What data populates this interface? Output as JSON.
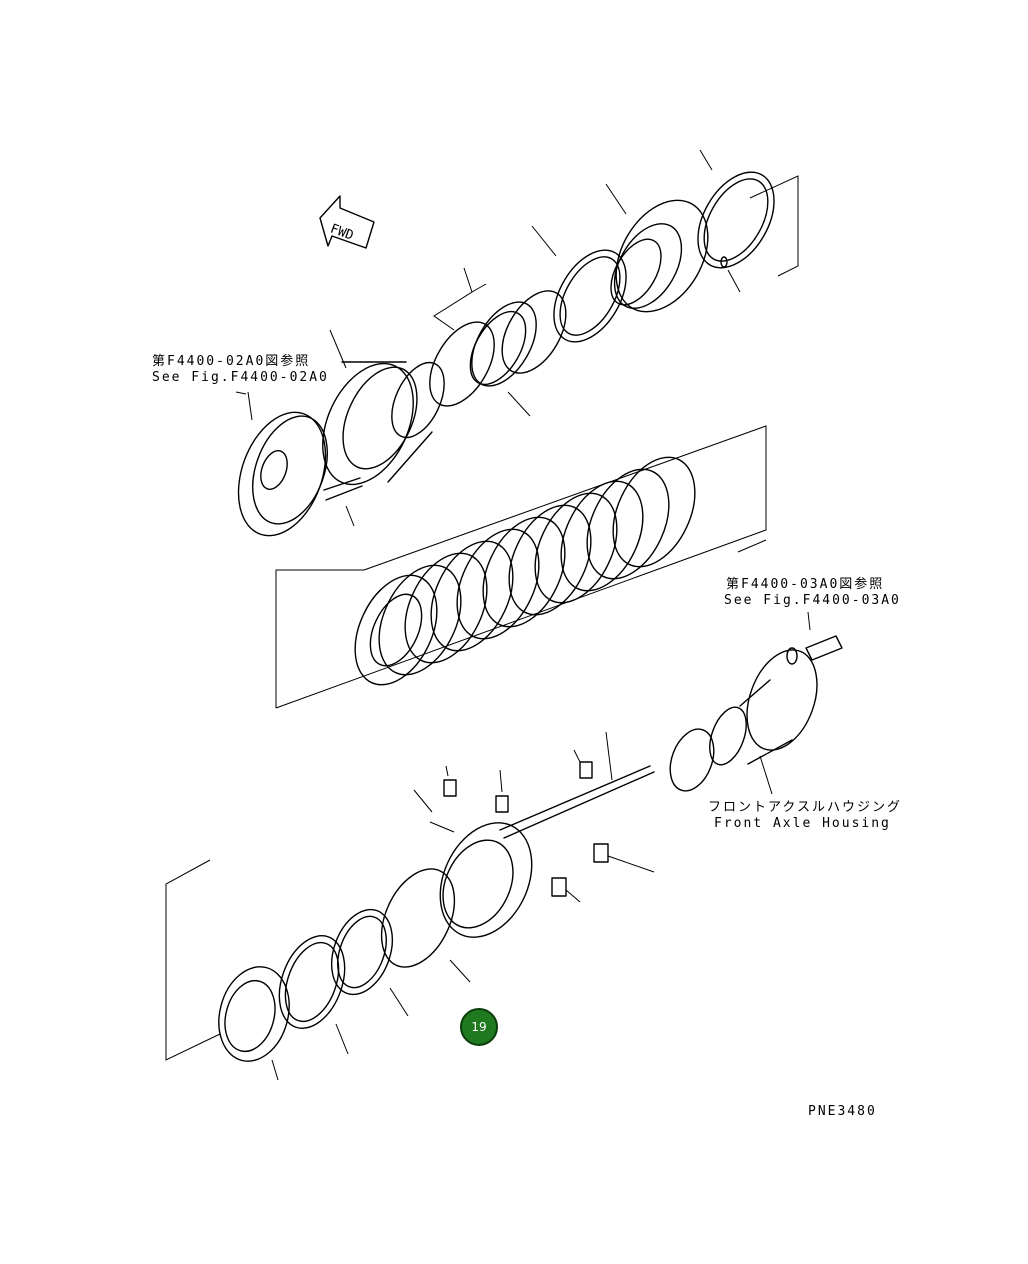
{
  "fwd_marker": "FWD",
  "refs": {
    "ref1_jp": "第F4400-02A0図参照",
    "ref1_en": "See Fig.F4400-02A0",
    "ref2_jp": "第F4400-03A0図参照",
    "ref2_en": "See Fig.F4400-03A0",
    "housing_jp": "フロントアクスルハウジング",
    "housing_en": "Front Axle Housing"
  },
  "callouts": [
    {
      "number": "19"
    }
  ],
  "drawing_code": "PNE3480"
}
